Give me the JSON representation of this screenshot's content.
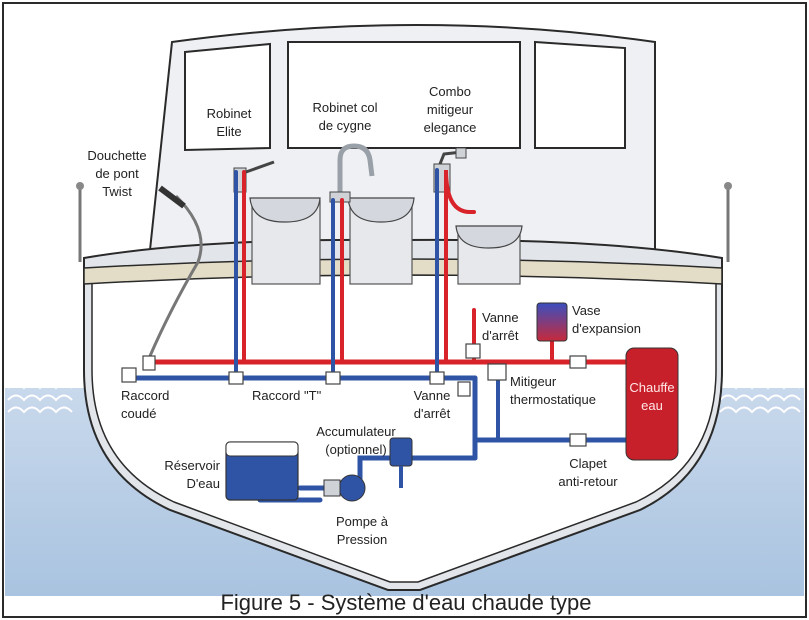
{
  "labels": {
    "douchette": [
      "Douchette",
      "de pont",
      "Twist"
    ],
    "robinet_elite": [
      "Robinet",
      "Elite"
    ],
    "robinet_col": [
      "Robinet col",
      "de cygne"
    ],
    "combo": [
      "Combo",
      "mitigeur",
      "elegance"
    ],
    "vanne_arret_top": [
      "Vanne",
      "d'arrêt"
    ],
    "vase": [
      "Vase",
      "d'expansion"
    ],
    "mitigeur": [
      "Mitigeur",
      "thermostatique"
    ],
    "chauffe_eau": [
      "Chauffe",
      "eau"
    ],
    "raccord_coude": [
      "Raccord",
      "coudé"
    ],
    "raccord_t": "Raccord \"T\"",
    "vanne_arret_bottom": [
      "Vanne",
      "d'arrêt"
    ],
    "accumulateur": [
      "Accumulateur",
      "(optionnel)"
    ],
    "reservoir": [
      "Réservoir",
      "D'eau"
    ],
    "clapet": [
      "Clapet",
      "anti-retour"
    ],
    "pompe": [
      "Pompe à",
      "Pression"
    ]
  },
  "caption": "Figure 5 - Système d'eau chaude type",
  "colors": {
    "hot": "#d8232a",
    "cold": "#2f54a6",
    "water": "#b9cfe6",
    "hull": "#e2e5ea",
    "deck": "#e3dcc6",
    "border": "#2a2a2a"
  }
}
